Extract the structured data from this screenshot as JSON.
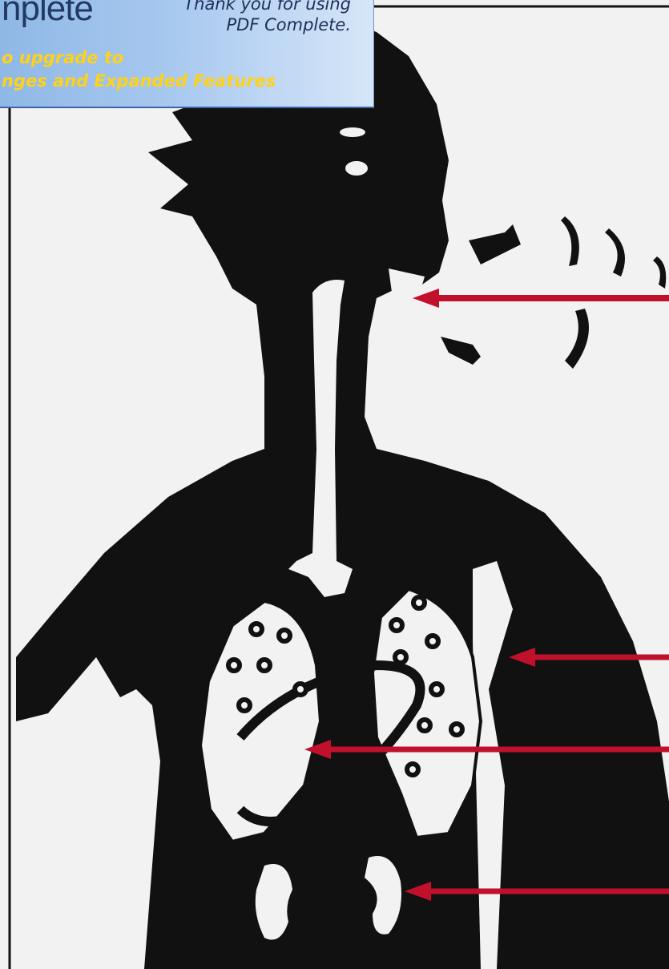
{
  "banner": {
    "brand": "nplete",
    "thanks_line1": "Thank you for using",
    "thanks_line2": "PDF Complete.",
    "upgrade_line1": "o upgrade to",
    "upgrade_line2": "nges and Expanded Features"
  },
  "colors": {
    "figure": "#111111",
    "background": "#f2f2f2",
    "arrow": "#c0102c",
    "banner_text": "#ffd21a"
  },
  "icons": [
    "human-silhouette-icon",
    "lungs-icon",
    "kidneys-icon",
    "breath-lines-icon"
  ]
}
